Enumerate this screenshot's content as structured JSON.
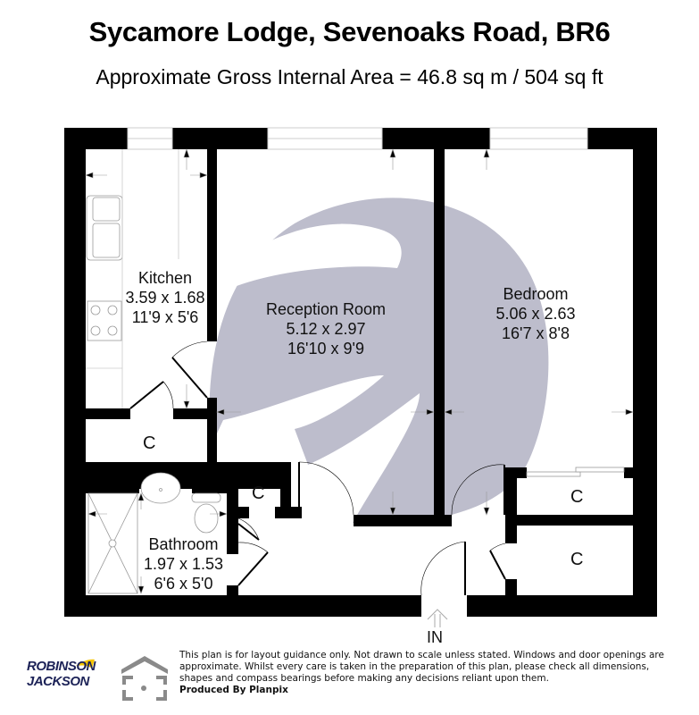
{
  "header": {
    "title": "Sycamore Lodge, Sevenoaks Road, BR6",
    "subtitle": "Approximate Gross Internal Area = 46.8 sq m / 504 sq ft"
  },
  "rooms": {
    "kitchen": {
      "name": "Kitchen",
      "metric": "3.59 x 1.68",
      "imperial": "11'9 x 5'6"
    },
    "reception": {
      "name": "Reception Room",
      "metric": "5.12 x 2.97",
      "imperial": "16'10 x 9'9"
    },
    "bedroom": {
      "name": "Bedroom",
      "metric": "5.06 x 2.63",
      "imperial": "16'7 x 8'8"
    },
    "bathroom": {
      "name": "Bathroom",
      "metric": "1.97 x 1.53",
      "imperial": "6'6 x 5'0"
    }
  },
  "cupboards": [
    "C",
    "C",
    "C",
    "C"
  ],
  "entrance": {
    "label": "IN",
    "icon": "arrow-up-outline-icon"
  },
  "footer": {
    "logo_line1": "ROBINSON",
    "logo_line2": "JACKSON",
    "disclaimer": "This plan is for layout guidance only. Not drawn to scale unless stated. Windows and door openings are approximate. Whilst every care is taken in the preparation of this plan, please check all dimensions, shapes and compass bearings before making any decisions reliant upon them.",
    "producer": "Produced By Planpix"
  },
  "colors": {
    "wall": "#000000",
    "watermark": "#bdbdcc",
    "brand_navy": "#1c2257",
    "brand_yellow": "#f5c400",
    "planpix_grey": "#8a8a8a"
  }
}
